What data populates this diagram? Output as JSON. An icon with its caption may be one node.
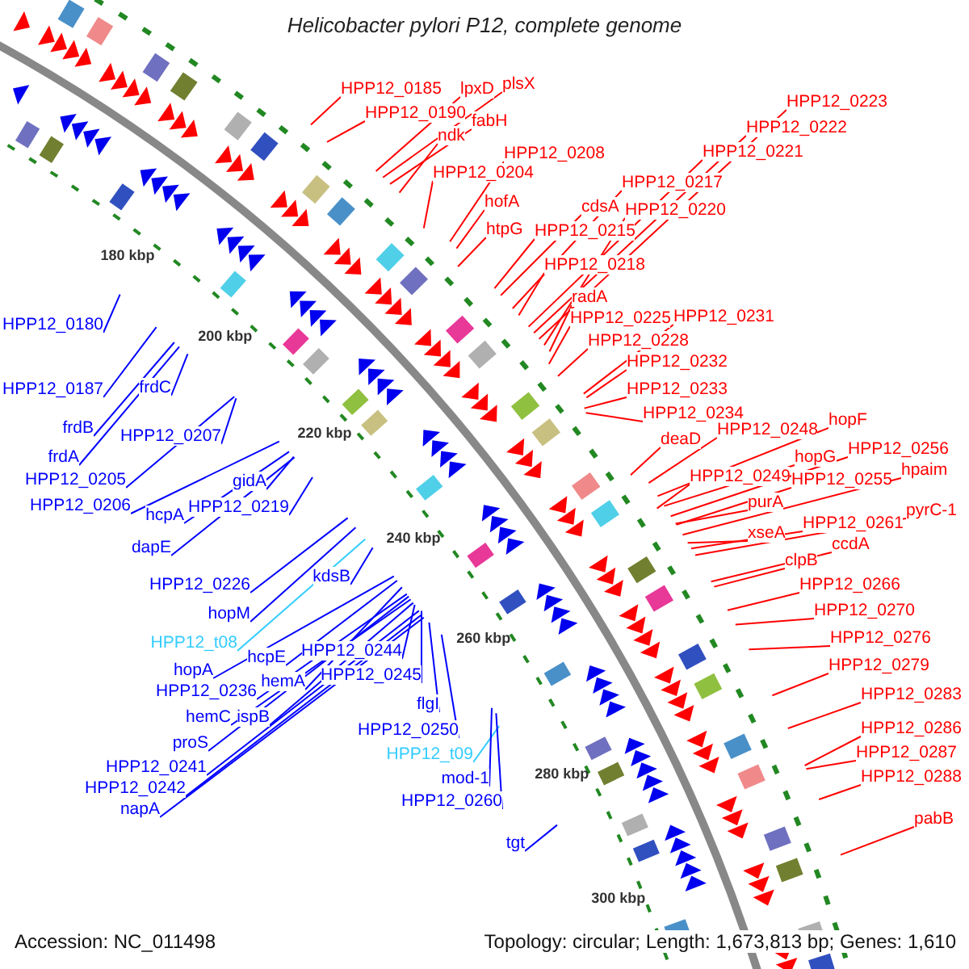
{
  "diagram": {
    "title": "Helicobacter pylori P12, complete genome",
    "nodes": [
      {
        "text": [
          "HPP12_0185"
        ]
      },
      {
        "text": [
          "HPP12_0190"
        ]
      },
      {
        "text": [
          "lpxD"
        ]
      },
      {
        "text": [
          "plsX"
        ]
      },
      {
        "text": [
          "fabH"
        ]
      },
      {
        "text": [
          "ndk"
        ]
      },
      {
        "text": [
          "HPP12_0208"
        ]
      },
      {
        "text": [
          "HPP12_0204"
        ]
      },
      {
        "text": [
          "hofA"
        ]
      },
      {
        "text": [
          "htpG"
        ]
      },
      {
        "text": [
          "HPP12_0223"
        ]
      },
      {
        "text": [
          "HPP12_0222"
        ]
      },
      {
        "text": [
          "HPP12_0221"
        ]
      },
      {
        "text": [
          "HPP12_0217"
        ]
      },
      {
        "text": [
          "cdsA"
        ]
      },
      {
        "text": [
          "HPP12_0220"
        ]
      },
      {
        "text": [
          "HPP12_0215"
        ]
      },
      {
        "text": [
          "HPP12_0218"
        ]
      },
      {
        "text": [
          "radA"
        ]
      },
      {
        "text": [
          "HPP12_0225"
        ]
      },
      {
        "text": [
          "HPP12_0231"
        ]
      },
      {
        "text": [
          "HPP12_0228"
        ]
      },
      {
        "text": [
          "HPP12_0232"
        ]
      },
      {
        "text": [
          "HPP12_0233"
        ]
      },
      {
        "text": [
          "HPP12_0234"
        ]
      },
      {
        "text": [
          "deaD"
        ]
      },
      {
        "text": [
          "HPP12_0248"
        ]
      },
      {
        "text": [
          "hopF"
        ]
      },
      {
        "text": [
          "hopG"
        ]
      },
      {
        "text": [
          "HPP12_0256"
        ]
      },
      {
        "text": [
          "HPP12_0249"
        ]
      },
      {
        "text": [
          "HPP12_0255"
        ]
      },
      {
        "text": [
          "hpaim"
        ]
      },
      {
        "text": [
          "purA"
        ]
      },
      {
        "text": [
          "xseA"
        ]
      },
      {
        "text": [
          "HPP12_0261"
        ]
      },
      {
        "text": [
          "pyrC-1"
        ]
      },
      {
        "text": [
          "ccdA"
        ]
      },
      {
        "text": [
          "clpB"
        ]
      },
      {
        "text": [
          "HPP12_0266"
        ]
      },
      {
        "text": [
          "HPP12_0270"
        ]
      },
      {
        "text": [
          "HPP12_0276"
        ]
      },
      {
        "text": [
          "HPP12_0279"
        ]
      },
      {
        "text": [
          "HPP12_0283"
        ]
      },
      {
        "text": [
          "HPP12_0286"
        ]
      },
      {
        "text": [
          "HPP12_0287"
        ]
      },
      {
        "text": [
          "HPP12_0288"
        ]
      },
      {
        "text": [
          "pabB"
        ]
      },
      {
        "text": [
          "HPP12_0180"
        ]
      },
      {
        "text": [
          "HPP12_0187"
        ]
      },
      {
        "text": [
          "frdC"
        ]
      },
      {
        "text": [
          "frdB"
        ]
      },
      {
        "text": [
          "HPP12_0207"
        ]
      },
      {
        "text": [
          "frdA"
        ]
      },
      {
        "text": [
          "HPP12_0205"
        ]
      },
      {
        "text": [
          "HPP12_0206"
        ]
      },
      {
        "text": [
          "gidA"
        ]
      },
      {
        "text": [
          "hcpA"
        ]
      },
      {
        "text": [
          "HPP12_0219"
        ]
      },
      {
        "text": [
          "dapE"
        ]
      },
      {
        "text": [
          "HPP12_0226"
        ]
      },
      {
        "text": [
          "hopM"
        ]
      },
      {
        "text": [
          "HPP12_t08"
        ]
      },
      {
        "text": [
          "kdsB"
        ]
      },
      {
        "text": [
          "hopA"
        ]
      },
      {
        "text": [
          "hcpE"
        ]
      },
      {
        "text": [
          "HPP12_0244"
        ]
      },
      {
        "text": [
          "hemA"
        ]
      },
      {
        "text": [
          "HPP12_0236"
        ]
      },
      {
        "text": [
          "HPP12_0245"
        ]
      },
      {
        "text": [
          "hemC"
        ]
      },
      {
        "text": [
          "ispB"
        ]
      },
      {
        "text": [
          "flgI"
        ]
      },
      {
        "text": [
          "proS"
        ]
      },
      {
        "text": [
          "HPP12_0250"
        ]
      },
      {
        "text": [
          "HPP12_0241"
        ]
      },
      {
        "text": [
          "HPP12_t09"
        ]
      },
      {
        "text": [
          "mod-1"
        ]
      },
      {
        "text": [
          "HPP12_0242"
        ]
      },
      {
        "text": [
          "HPP12_0260"
        ]
      },
      {
        "text": [
          "napA"
        ]
      },
      {
        "text": [
          "tgt"
        ]
      }
    ],
    "edges": [
      {
        "from": 0,
        "to": null,
        "arrow": "none"
      },
      {
        "from": 1,
        "to": null,
        "arrow": "none"
      },
      {
        "from": 2,
        "to": null,
        "arrow": "none"
      },
      {
        "from": 3,
        "to": null,
        "arrow": "none"
      },
      {
        "from": 4,
        "to": null,
        "arrow": "none"
      },
      {
        "from": 5,
        "to": null,
        "arrow": "none"
      },
      {
        "from": 6,
        "to": null,
        "arrow": "none"
      },
      {
        "from": 7,
        "to": null,
        "arrow": "none"
      },
      {
        "from": 8,
        "to": null,
        "arrow": "none"
      },
      {
        "from": 9,
        "to": null,
        "arrow": "none"
      },
      {
        "from": 10,
        "to": null,
        "arrow": "none"
      },
      {
        "from": 11,
        "to": null,
        "arrow": "none"
      },
      {
        "from": 12,
        "to": null,
        "arrow": "none"
      },
      {
        "from": 13,
        "to": null,
        "arrow": "none"
      },
      {
        "from": 14,
        "to": null,
        "arrow": "none"
      },
      {
        "from": 15,
        "to": null,
        "arrow": "none"
      },
      {
        "from": 16,
        "to": null,
        "arrow": "none"
      },
      {
        "from": 17,
        "to": null,
        "arrow": "none"
      },
      {
        "from": 18,
        "to": null,
        "arrow": "none"
      },
      {
        "from": 19,
        "to": null,
        "arrow": "none"
      },
      {
        "from": 20,
        "to": null,
        "arrow": "none"
      },
      {
        "from": 21,
        "to": null,
        "arrow": "none"
      },
      {
        "from": 22,
        "to": null,
        "arrow": "none"
      },
      {
        "from": 23,
        "to": null,
        "arrow": "none"
      },
      {
        "from": 24,
        "to": null,
        "arrow": "none"
      },
      {
        "from": 25,
        "to": null,
        "arrow": "none"
      },
      {
        "from": 26,
        "to": null,
        "arrow": "none"
      },
      {
        "from": 27,
        "to": null,
        "arrow": "none"
      },
      {
        "from": 28,
        "to": null,
        "arrow": "none"
      },
      {
        "from": 29,
        "to": null,
        "arrow": "none"
      },
      {
        "from": 30,
        "to": null,
        "arrow": "none"
      },
      {
        "from": 31,
        "to": null,
        "arrow": "none"
      },
      {
        "from": 32,
        "to": null,
        "arrow": "none"
      },
      {
        "from": 33,
        "to": null,
        "arrow": "none"
      },
      {
        "from": 34,
        "to": null,
        "arrow": "none"
      },
      {
        "from": 35,
        "to": null,
        "arrow": "none"
      },
      {
        "from": 36,
        "to": null,
        "arrow": "none"
      },
      {
        "from": 37,
        "to": null,
        "arrow": "none"
      },
      {
        "from": 38,
        "to": null,
        "arrow": "none"
      },
      {
        "from": 39,
        "to": null,
        "arrow": "none"
      },
      {
        "from": 40,
        "to": null,
        "arrow": "none"
      },
      {
        "from": 41,
        "to": null,
        "arrow": "none"
      },
      {
        "from": 42,
        "to": null,
        "arrow": "none"
      },
      {
        "from": 43,
        "to": null,
        "arrow": "none"
      },
      {
        "from": 44,
        "to": null,
        "arrow": "none"
      },
      {
        "from": 45,
        "to": null,
        "arrow": "none"
      },
      {
        "from": 46,
        "to": null,
        "arrow": "none"
      },
      {
        "from": 47,
        "to": null,
        "arrow": "none"
      },
      {
        "from": 48,
        "to": null,
        "arrow": "none",
        "color": "#0000ff"
      },
      {
        "from": 49,
        "to": null,
        "arrow": "none",
        "color": "#0000ff"
      },
      {
        "from": 50,
        "to": null,
        "arrow": "none",
        "color": "#0000ff"
      },
      {
        "from": 51,
        "to": null,
        "arrow": "none",
        "color": "#0000ff"
      },
      {
        "from": 52,
        "to": null,
        "arrow": "none",
        "color": "#0000ff"
      },
      {
        "from": 53,
        "to": null,
        "arrow": "none",
        "color": "#0000ff"
      },
      {
        "from": 54,
        "to": null,
        "arrow": "none",
        "color": "#0000ff"
      },
      {
        "from": 55,
        "to": null,
        "arrow": "none",
        "color": "#0000ff"
      },
      {
        "from": 56,
        "to": null,
        "arrow": "none",
        "color": "#0000ff"
      },
      {
        "from": 57,
        "to": null,
        "arrow": "none",
        "color": "#0000ff"
      },
      {
        "from": 58,
        "to": null,
        "arrow": "none",
        "color": "#0000ff"
      },
      {
        "from": 59,
        "to": null,
        "arrow": "none",
        "color": "#0000ff"
      },
      {
        "from": 60,
        "to": null,
        "arrow": "none",
        "color": "#0000ff"
      },
      {
        "from": 61,
        "to": null,
        "arrow": "none",
        "color": "#0000ff"
      },
      {
        "from": 62,
        "to": null,
        "arrow": "none",
        "color": "#33ccff"
      },
      {
        "from": 63,
        "to": null,
        "arrow": "none",
        "color": "#0000ff"
      },
      {
        "from": 64,
        "to": null,
        "arrow": "none",
        "color": "#0000ff"
      },
      {
        "from": 65,
        "to": null,
        "arrow": "none",
        "color": "#0000ff"
      },
      {
        "from": 66,
        "to": null,
        "arrow": "none",
        "color": "#0000ff"
      },
      {
        "from": 67,
        "to": null,
        "arrow": "none",
        "color": "#0000ff"
      },
      {
        "from": 68,
        "to": null,
        "arrow": "none",
        "color": "#0000ff"
      },
      {
        "from": 69,
        "to": null,
        "arrow": "none",
        "color": "#0000ff"
      },
      {
        "from": 70,
        "to": null,
        "arrow": "none",
        "color": "#0000ff"
      },
      {
        "from": 71,
        "to": null,
        "arrow": "none",
        "color": "#0000ff"
      },
      {
        "from": 72,
        "to": null,
        "arrow": "none",
        "color": "#0000ff"
      },
      {
        "from": 73,
        "to": null,
        "arrow": "none",
        "color": "#0000ff"
      },
      {
        "from": 74,
        "to": null,
        "arrow": "none",
        "color": "#0000ff"
      },
      {
        "from": 75,
        "to": null,
        "arrow": "none",
        "color": "#0000ff"
      },
      {
        "from": 76,
        "to": null,
        "arrow": "none",
        "color": "#33ccff"
      },
      {
        "from": 77,
        "to": null,
        "arrow": "none",
        "color": "#0000ff"
      },
      {
        "from": 78,
        "to": null,
        "arrow": "none",
        "color": "#0000ff"
      },
      {
        "from": 79,
        "to": null,
        "arrow": "none",
        "color": "#0000ff"
      },
      {
        "from": 80,
        "to": null,
        "arrow": "none",
        "color": "#0000ff"
      },
      {
        "from": 81,
        "to": null,
        "arrow": "none",
        "color": "#0000ff"
      }
    ],
    "labels": [
      "180 kbp",
      "200 kbp",
      "220 kbp",
      "240 kbp",
      "260 kbp",
      "280 kbp",
      "300 kbp",
      "Accession: NC_011498",
      "Topology: circular; Length: 1,673,813 bp; Genes: 1,610"
    ]
  }
}
